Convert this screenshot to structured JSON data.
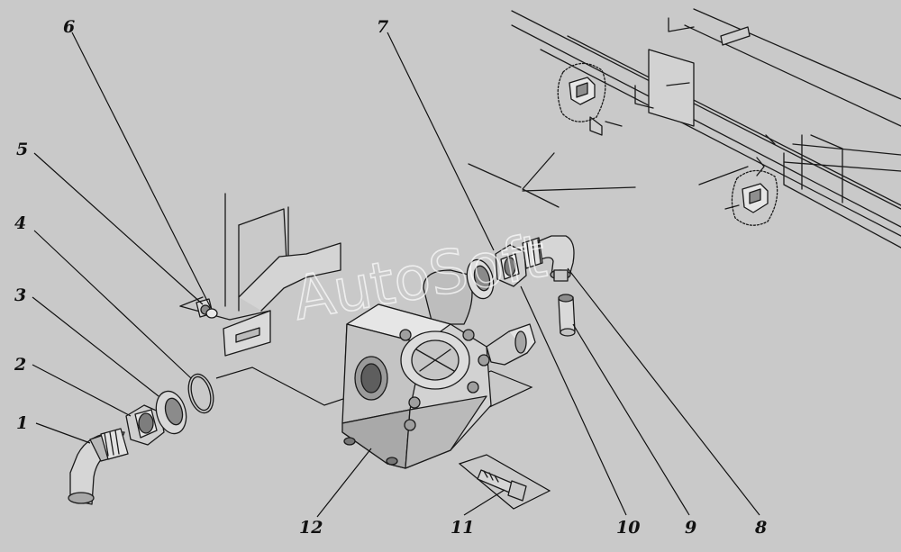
{
  "diagram": {
    "callouts": [
      {
        "id": "c1",
        "label": "1"
      },
      {
        "id": "c2",
        "label": "2"
      },
      {
        "id": "c3",
        "label": "3"
      },
      {
        "id": "c4",
        "label": "4"
      },
      {
        "id": "c5",
        "label": "5"
      },
      {
        "id": "c6",
        "label": "6"
      },
      {
        "id": "c7",
        "label": "7"
      },
      {
        "id": "c8",
        "label": "8"
      },
      {
        "id": "c9",
        "label": "9"
      },
      {
        "id": "c10",
        "label": "10"
      },
      {
        "id": "c11",
        "label": "11"
      },
      {
        "id": "c12",
        "label": "12"
      }
    ],
    "watermark": "AutoSoft",
    "colors": {
      "background": "#c9c9c9",
      "line": "#1a1a1a",
      "part_fill": "#d8d8d8",
      "part_shade": "#9e9e9e",
      "highlight": "#ececec"
    }
  }
}
